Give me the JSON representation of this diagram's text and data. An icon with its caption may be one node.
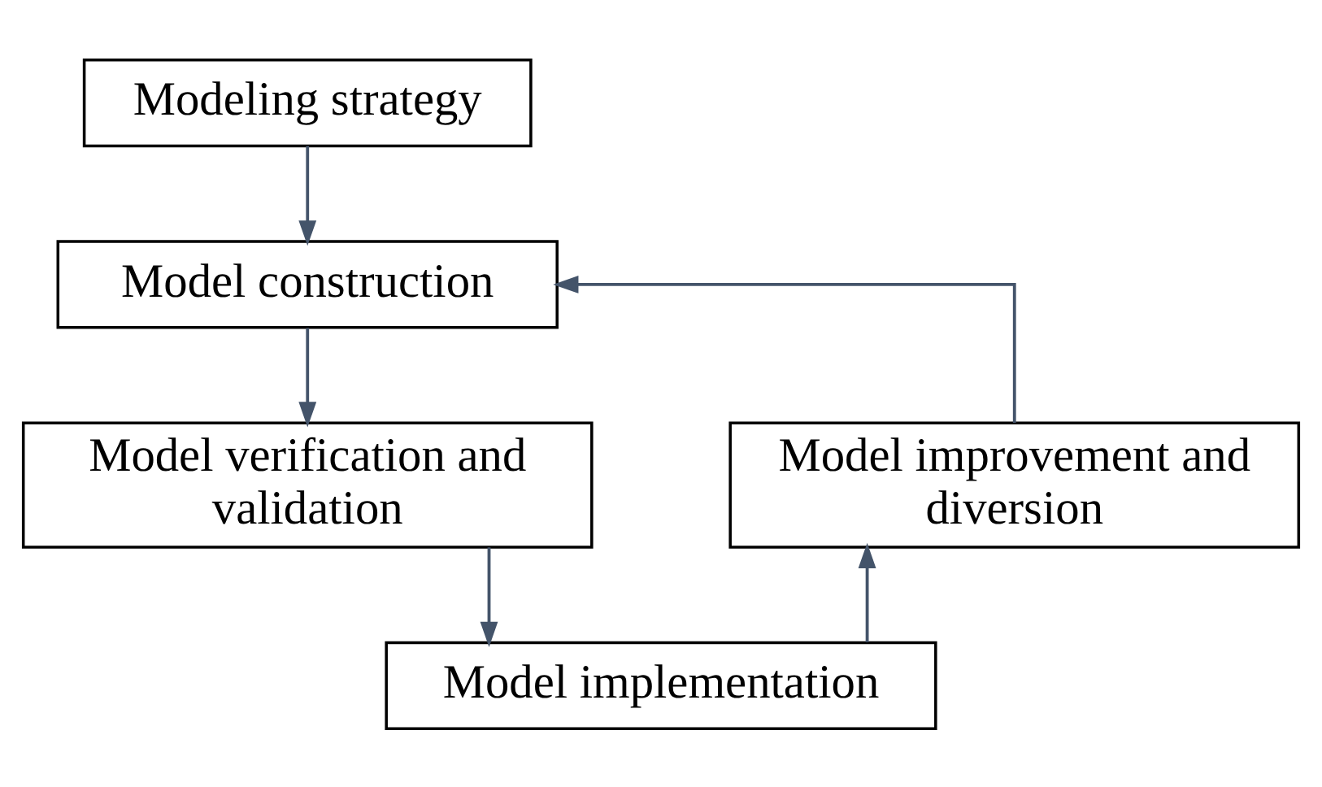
{
  "diagram": {
    "nodes": [
      {
        "text": [
          "Modeling strategy"
        ]
      },
      {
        "text": [
          "Model construction"
        ]
      },
      {
        "text": [
          "Model verification and validation"
        ]
      },
      {
        "text": [
          "Model improvement and diversion"
        ]
      },
      {
        "text": [
          "Model implementation"
        ]
      }
    ],
    "edges": [
      {
        "from": 0,
        "to": 1,
        "arrow": "to"
      },
      {
        "from": 1,
        "to": 2,
        "arrow": "to"
      },
      {
        "from": 2,
        "to": 4,
        "arrow": "to"
      },
      {
        "from": 4,
        "to": 3,
        "arrow": "to"
      },
      {
        "from": 3,
        "to": 1,
        "arrow": "to"
      }
    ]
  }
}
